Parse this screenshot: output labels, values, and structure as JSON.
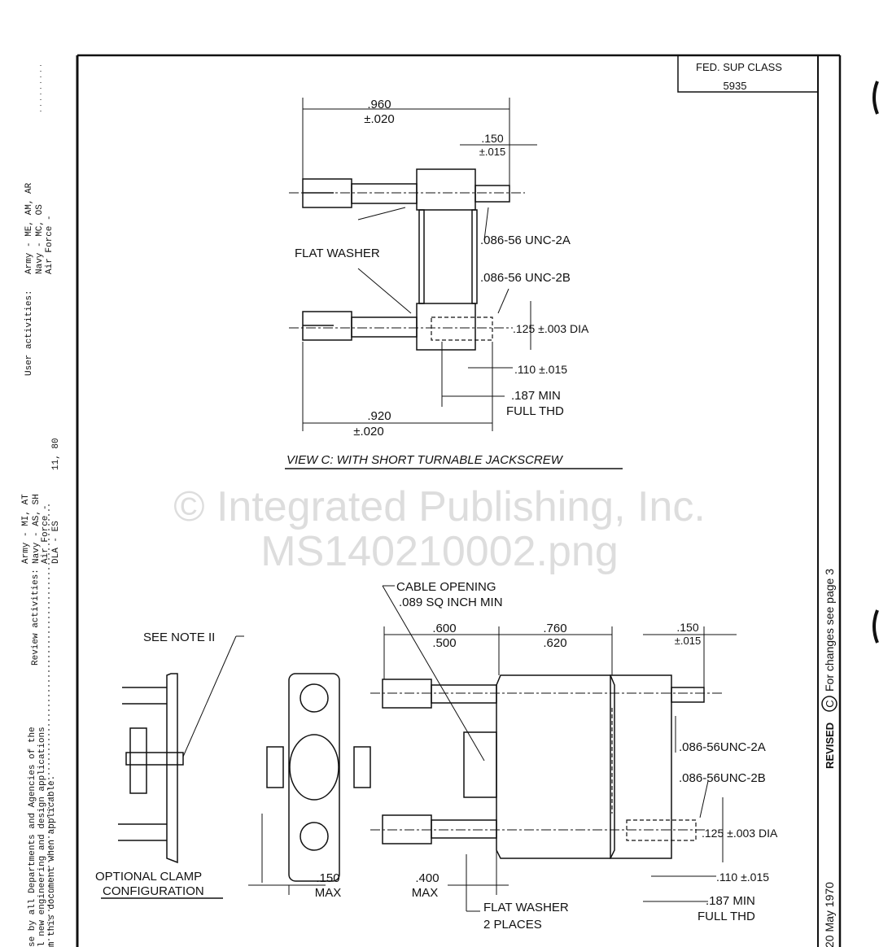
{
  "title_block": {
    "label": "FED. SUP CLASS",
    "value": "5935"
  },
  "side_left": {
    "user_activities_label": "User activities:",
    "user_army": "Army - ME, AM, AR",
    "user_navy": "Navy - MC, OS",
    "user_af": "Air Force -",
    "review_activities_label": "Review activities:",
    "review_army": "Army - MI, AT",
    "review_navy": "Navy - AS, SH",
    "review_af": "Air Force -",
    "review_dla": "DLA - ES",
    "review_code": "11, 80",
    "use_line1": "se by all Departments and Agencies of the",
    "use_line2": "l new engineering and design applications",
    "use_line3": "m this document when applicable."
  },
  "side_right": {
    "revised": "REVISED",
    "rev_letter": "C",
    "changes": "For changes see page 3",
    "date": "20 May 1970"
  },
  "view_c": {
    "title": "VIEW C: WITH SHORT TURNABLE JACKSCREW",
    "dim_960": ".960",
    "tol_960": "±.020",
    "dim_150": ".150",
    "tol_150": "±.015",
    "thread_2a": ".086-56 UNC-2A",
    "flat_washer": "FLAT WASHER",
    "thread_2b": ".086-56 UNC-2B",
    "dia": ".125 ±.003 DIA",
    "dim_110": ".110 ±.015",
    "min_187": ".187 MIN",
    "full_thd": "FULL THD",
    "dim_920": ".920",
    "tol_920": "±.020"
  },
  "clamp_view": {
    "see_note": "SEE NOTE II",
    "optional_1": "OPTIONAL CLAMP",
    "optional_2": "CONFIGURATION",
    "dim_150": ".150",
    "max": "MAX"
  },
  "bottom_view": {
    "cable_opening": "CABLE OPENING",
    "cable_size": ".089 SQ INCH MIN",
    "dim_600": ".600",
    "dim_500": ".500",
    "dim_760": ".760",
    "dim_620": ".620",
    "dim_150": ".150",
    "tol_150": "±.015",
    "thread_2a": ".086-56UNC-2A",
    "thread_2b": ".086-56UNC-2B",
    "dia": ".125 ±.003 DIA",
    "dim_110": ".110 ±.015",
    "min_187": ".187 MIN",
    "full_thd": "FULL THD",
    "dim_400": ".400",
    "max": "MAX",
    "flat_washer": "FLAT WASHER",
    "places": "2 PLACES"
  },
  "watermark": {
    "line1": "© Integrated",
    "line2": "Publishing, Inc.",
    "line3": "MS140210002.png"
  }
}
